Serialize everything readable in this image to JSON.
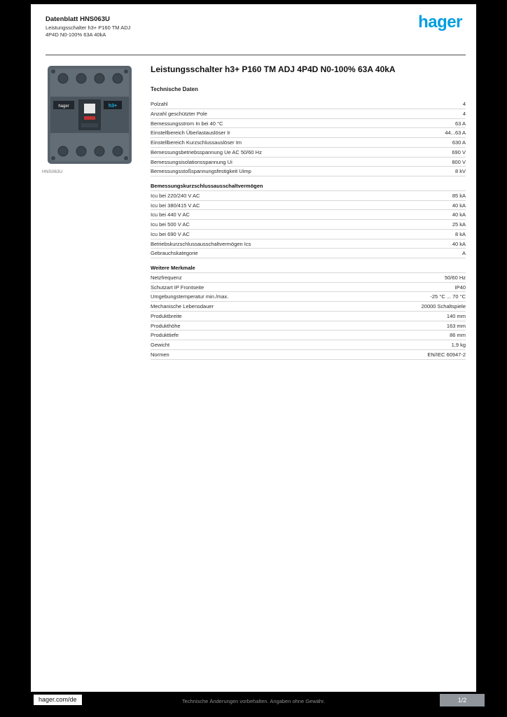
{
  "header": {
    "line1": "Datenblatt HNS063U",
    "line2": "Leistungsschalter h3+ P160 TM ADJ",
    "line3": "4P4D N0-100% 63A 40kA",
    "logo_text": "hager",
    "logo_color": "#009ee0"
  },
  "image": {
    "caption": "HNS063U",
    "brand_label": "hager",
    "series_label": "h3+",
    "accent_color": "#19b5ea"
  },
  "main": {
    "title": "Leistungsschalter h3+ P160 TM ADJ 4P4D N0-100% 63A 40kA",
    "section_label": "Technische Daten",
    "spec_rows": [
      {
        "type": "row",
        "label": "Polzahl",
        "value": "4"
      },
      {
        "type": "row",
        "label": "Anzahl geschützter Pole",
        "value": "4"
      },
      {
        "type": "row",
        "label": "Bemessungsstrom In bei 40 °C",
        "value": "63 A"
      },
      {
        "type": "row",
        "label": "Einstellbereich Überlastauslöser Ir",
        "value": "44...63 A"
      },
      {
        "type": "row",
        "label": "Einstellbereich Kurzschlussauslöser Im",
        "value": "630 A"
      },
      {
        "type": "row",
        "label": "Bemessungsbetriebsspannung Ue AC 50/60 Hz",
        "value": "690 V"
      },
      {
        "type": "row",
        "label": "Bemessungsisolationsspannung Ui",
        "value": "800 V"
      },
      {
        "type": "row",
        "label": "Bemessungsstoßspannungsfestigkeit Uimp",
        "value": "8 kV"
      },
      {
        "type": "header",
        "label": "Bemessungskurzschlussausschaltvermögen"
      },
      {
        "type": "row",
        "label": "Icu bei 220/240 V AC",
        "value": "85 kA"
      },
      {
        "type": "row",
        "label": "Icu bei 380/415 V AC",
        "value": "40 kA"
      },
      {
        "type": "row",
        "label": "Icu bei 440 V AC",
        "value": "40 kA"
      },
      {
        "type": "row",
        "label": "Icu bei 500 V AC",
        "value": "25 kA"
      },
      {
        "type": "row",
        "label": "Icu bei 690 V AC",
        "value": "8 kA"
      },
      {
        "type": "row",
        "label": "Betriebskurzschlussausschaltvermögen Ics",
        "value": "40 kA"
      },
      {
        "type": "row",
        "label": "Gebrauchskategorie",
        "value": "A"
      },
      {
        "type": "header",
        "label": "Weitere Merkmale"
      },
      {
        "type": "row",
        "label": "Netzfrequenz",
        "value": "50/60 Hz"
      },
      {
        "type": "row",
        "label": "Schutzart IP Frontseite",
        "value": "IP40"
      },
      {
        "type": "row",
        "label": "Umgebungstemperatur min./max.",
        "value": "-25 °C ... 70 °C"
      },
      {
        "type": "row",
        "label": "Mechanische Lebensdauer",
        "value": "20000 Schaltspiele"
      },
      {
        "type": "row",
        "label": "Produktbreite",
        "value": "140 mm"
      },
      {
        "type": "row",
        "label": "Produkthöhe",
        "value": "163 mm"
      },
      {
        "type": "row",
        "label": "Produkttiefe",
        "value": "86 mm"
      },
      {
        "type": "row",
        "label": "Gewicht",
        "value": "1,9 kg"
      },
      {
        "type": "row",
        "label": "Normen",
        "value": "EN/IEC 60947-2"
      }
    ]
  },
  "footer": {
    "website": "hager.com/de",
    "note": "Technische Änderungen vorbehalten. Angaben ohne Gewähr.",
    "page_badge": "1/2"
  }
}
